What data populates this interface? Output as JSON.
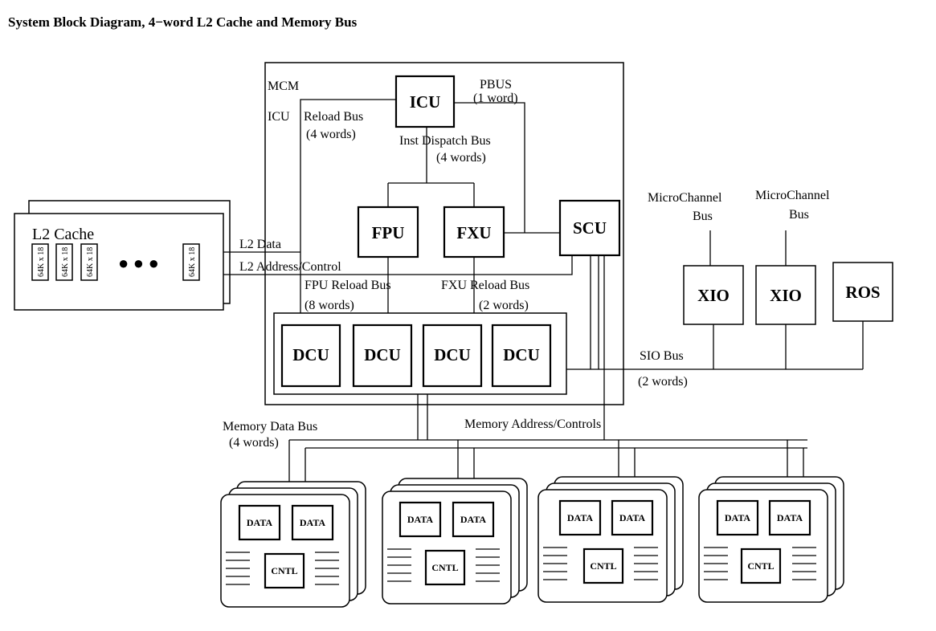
{
  "title": "System Block Diagram, 4−word L2 Cache and Memory Bus",
  "mcm_label": "MCM",
  "units": {
    "icu": "ICU",
    "fpu": "FPU",
    "fxu": "FXU",
    "scu": "SCU",
    "dcu": "DCU",
    "xio": "XIO",
    "ros": "ROS"
  },
  "l2_cache": {
    "label": "L2 Cache",
    "chip_label": "64K x 18",
    "dots": "● ● ●"
  },
  "buses": {
    "pbus": "PBUS",
    "pbus_width": "(1 word)",
    "icu_reload_prefix": "ICU",
    "icu_reload": "Reload Bus",
    "icu_reload_width": "(4 words)",
    "inst_dispatch": "Inst Dispatch Bus",
    "inst_dispatch_width": "(4 words)",
    "l2_data": "L2 Data",
    "l2_addr": "L2 Address/Control",
    "fpu_reload": "FPU Reload Bus",
    "fpu_reload_width": "(8 words)",
    "fxu_reload": "FXU Reload Bus",
    "fxu_reload_width": "(2 words)",
    "sio": "SIO Bus",
    "sio_width": "(2 words)",
    "mem_data": "Memory Data Bus",
    "mem_data_width": "(4 words)",
    "mem_addr": "Memory Address/Controls",
    "microchannel": "MicroChannel",
    "bus": "Bus"
  },
  "memory_card": {
    "data": "DATA",
    "cntl": "CNTL"
  }
}
